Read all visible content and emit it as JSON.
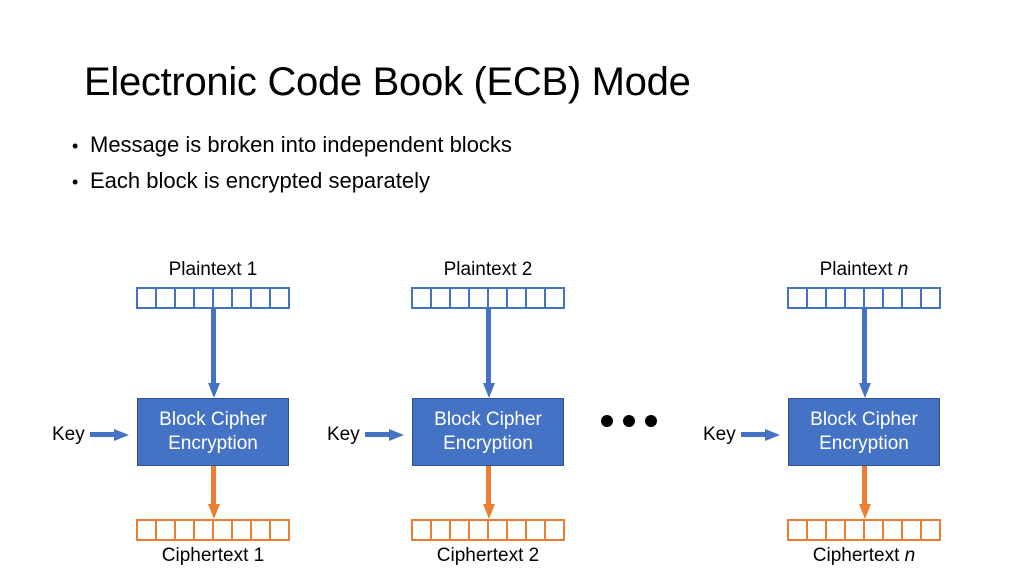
{
  "slide": {
    "title": "Electronic Code Book (ECB) Mode",
    "bullets": [
      {
        "marker": "•",
        "text": "Message is broken into independent blocks"
      },
      {
        "marker": "•",
        "text": "Each block is encrypted separately"
      }
    ]
  },
  "colors": {
    "blue": "#4472C4",
    "blue_border": "#2F528F",
    "orange": "#ED7D31",
    "text": "#000000",
    "box_text": "#FFFFFF",
    "background": "#FFFFFF"
  },
  "diagram": {
    "type": "ecb-block-cipher-flow",
    "block_cells": 8,
    "ellipsis": "•••",
    "groups": [
      {
        "id": "group-1",
        "plaintext_label": "Plaintext 1",
        "plaintext_label_prefix": "Plaintext",
        "plaintext_label_index": "1",
        "key_label": "Key",
        "cipher_line1": "Block Cipher",
        "cipher_line2": "Encryption",
        "ciphertext_label": "Ciphertext 1",
        "ciphertext_label_prefix": "Ciphertext",
        "ciphertext_label_index": "1"
      },
      {
        "id": "group-2",
        "plaintext_label": "Plaintext 2",
        "plaintext_label_prefix": "Plaintext",
        "plaintext_label_index": "2",
        "key_label": "Key",
        "cipher_line1": "Block Cipher",
        "cipher_line2": "Encryption",
        "ciphertext_label": "Ciphertext 2",
        "ciphertext_label_prefix": "Ciphertext",
        "ciphertext_label_index": "2"
      },
      {
        "id": "group-n",
        "plaintext_label": "Plaintext n",
        "plaintext_label_prefix": "Plaintext",
        "plaintext_label_index": "n",
        "key_label": "Key",
        "cipher_line1": "Block Cipher",
        "cipher_line2": "Encryption",
        "ciphertext_label": "Ciphertext n",
        "ciphertext_label_prefix": "Ciphertext",
        "ciphertext_label_index": "n"
      }
    ]
  }
}
